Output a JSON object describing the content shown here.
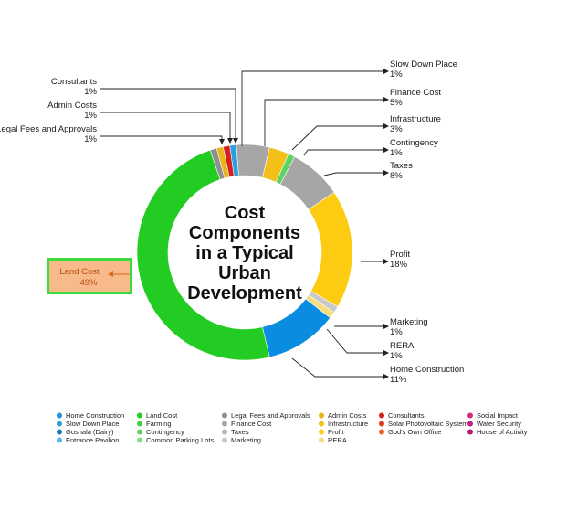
{
  "chart_data": {
    "type": "pie",
    "center_title_lines": [
      "Cost",
      "Components",
      "in a Typical",
      "Urban",
      "Development"
    ],
    "slices": [
      {
        "name": "Slow Down Place",
        "percent_label": "1%",
        "value": 1,
        "color": "#2b9fe0"
      },
      {
        "name": "Finance Cost",
        "percent_label": "5%",
        "value": 5,
        "color": "#a6a6a6"
      },
      {
        "name": "Infrastructure",
        "percent_label": "3%",
        "value": 3,
        "color": "#f3c01a"
      },
      {
        "name": "Contingency",
        "percent_label": "1%",
        "value": 1,
        "color": "#5fd35f"
      },
      {
        "name": "Taxes",
        "percent_label": "8%",
        "value": 8,
        "color": "#a6a6a6"
      },
      {
        "name": "Profit",
        "percent_label": "18%",
        "value": 18,
        "color": "#fccb12"
      },
      {
        "name": "Marketing",
        "percent_label": "1%",
        "value": 1,
        "color": "#c9c9c9"
      },
      {
        "name": "RERA",
        "percent_label": "1%",
        "value": 1,
        "color": "#f5dd7a"
      },
      {
        "name": "Home Construction",
        "percent_label": "11%",
        "value": 11,
        "color": "#0a8de0"
      },
      {
        "name": "Land Cost",
        "percent_label": "49%",
        "value": 49,
        "color": "#22cc22"
      },
      {
        "name": "Legal Fees and Approvals",
        "percent_label": "1%",
        "value": 1,
        "color": "#8f8f8f"
      },
      {
        "name": "Admin Costs",
        "percent_label": "1%",
        "value": 1,
        "color": "#e8b41a"
      },
      {
        "name": "Consultants",
        "percent_label": "1%",
        "value": 1,
        "color": "#d42020"
      }
    ],
    "legend_columns": [
      [
        {
          "label": "Home Construction",
          "color": "#1f8fe0"
        },
        {
          "label": "Slow Down Place",
          "color": "#2b9fe0"
        },
        {
          "label": "Goshala (Dairy)",
          "color": "#1878c0"
        },
        {
          "label": "Entrance Pavilion",
          "color": "#55b4ee"
        }
      ],
      [
        {
          "label": "Land Cost",
          "color": "#22cc22"
        },
        {
          "label": "Farming",
          "color": "#3fd43f"
        },
        {
          "label": "Contingency",
          "color": "#5fd35f"
        },
        {
          "label": "Common Parking Lots",
          "color": "#7ee07e"
        }
      ],
      [
        {
          "label": "Legal Fees and Approvals",
          "color": "#8f8f8f"
        },
        {
          "label": "Finance Cost",
          "color": "#a6a6a6"
        },
        {
          "label": "Taxes",
          "color": "#b5b5b5"
        },
        {
          "label": "Marketing",
          "color": "#c9c9c9"
        }
      ],
      [
        {
          "label": "Admin Costs",
          "color": "#e8b41a"
        },
        {
          "label": "Infrastructure",
          "color": "#f3c01a"
        },
        {
          "label": "Profit",
          "color": "#fccb12"
        },
        {
          "label": "RERA",
          "color": "#f5dd7a"
        }
      ],
      [
        {
          "label": "Consultants",
          "color": "#d42020"
        },
        {
          "label": "Solar Photovoltaic Systems",
          "color": "#e03a1a"
        },
        {
          "label": "God's Own Office",
          "color": "#e8602a"
        }
      ],
      [
        {
          "label": "Social Impact",
          "color": "#d12c7a"
        },
        {
          "label": "Water Security",
          "color": "#c41e8a"
        },
        {
          "label": "House of Activity",
          "color": "#b01a70"
        }
      ]
    ]
  }
}
